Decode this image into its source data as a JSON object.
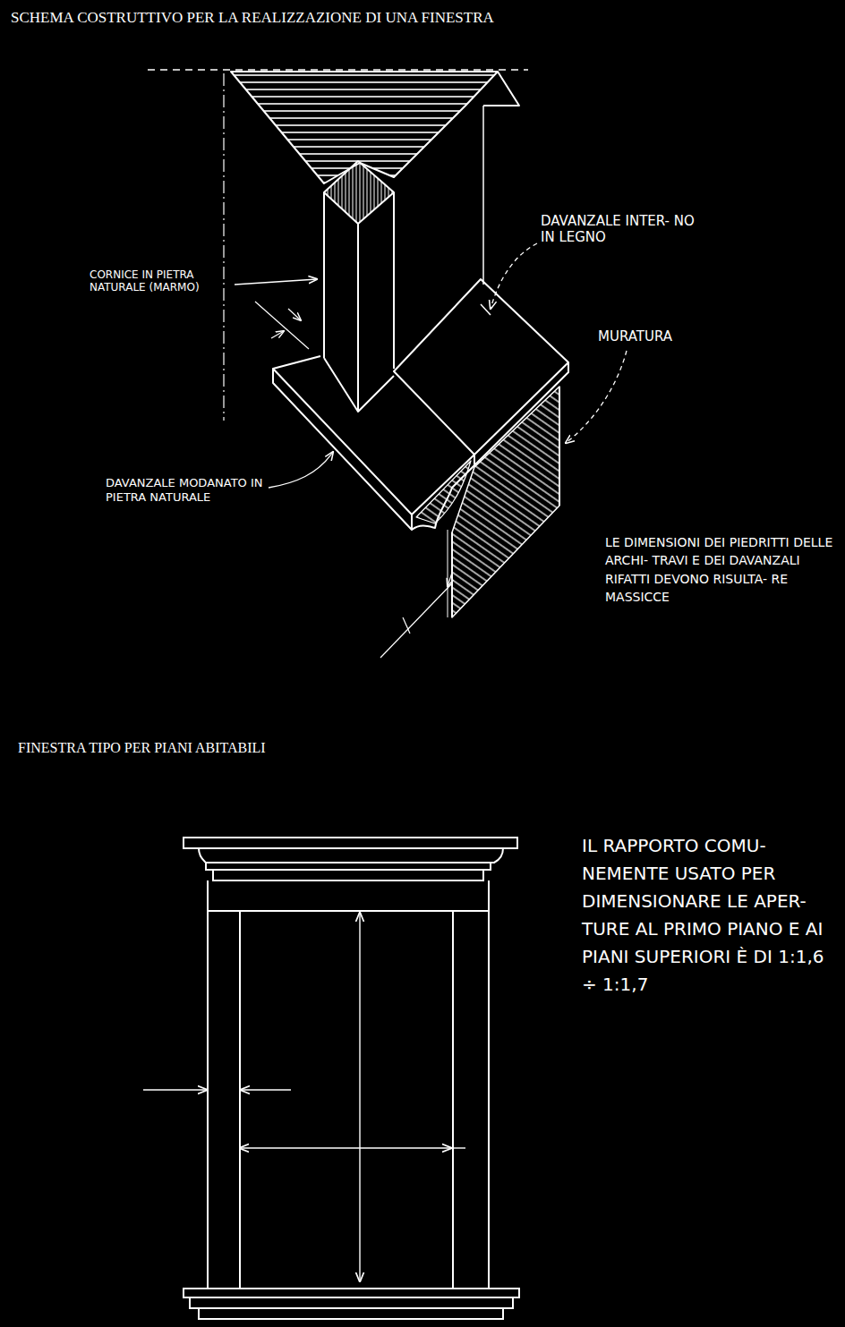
{
  "diagram": {
    "title": "SCHEMA COSTRUTTIVO PER LA REALIZZAZIONE DI UNA FINESTRA",
    "labels": [
      "CORNICE IN PIETRA NATURALE (MARMO)",
      "DAVANZALE INTER- NO IN LEGNO",
      "MURATURA",
      "DAVANZALE MODANATO IN PIETRA NATURALE",
      "LE DIMENSIONI DEI PIEDRITTI DELLE ARCHI- TRAVI E DEI DAVANZALI RIFATTI DEVONO RISULTA- RE MASSICCE",
      "FINESTRA TIPO PER PIANI ABITABILI",
      "IL RAPPORTO COMU- NEMENTE USATO PER DIMENSIONARE LE APER- TURE AL PRIMO PIANO E AI PIANI SUPERIORI È DI 1:1,6 ÷ 1:1,7"
    ]
  }
}
